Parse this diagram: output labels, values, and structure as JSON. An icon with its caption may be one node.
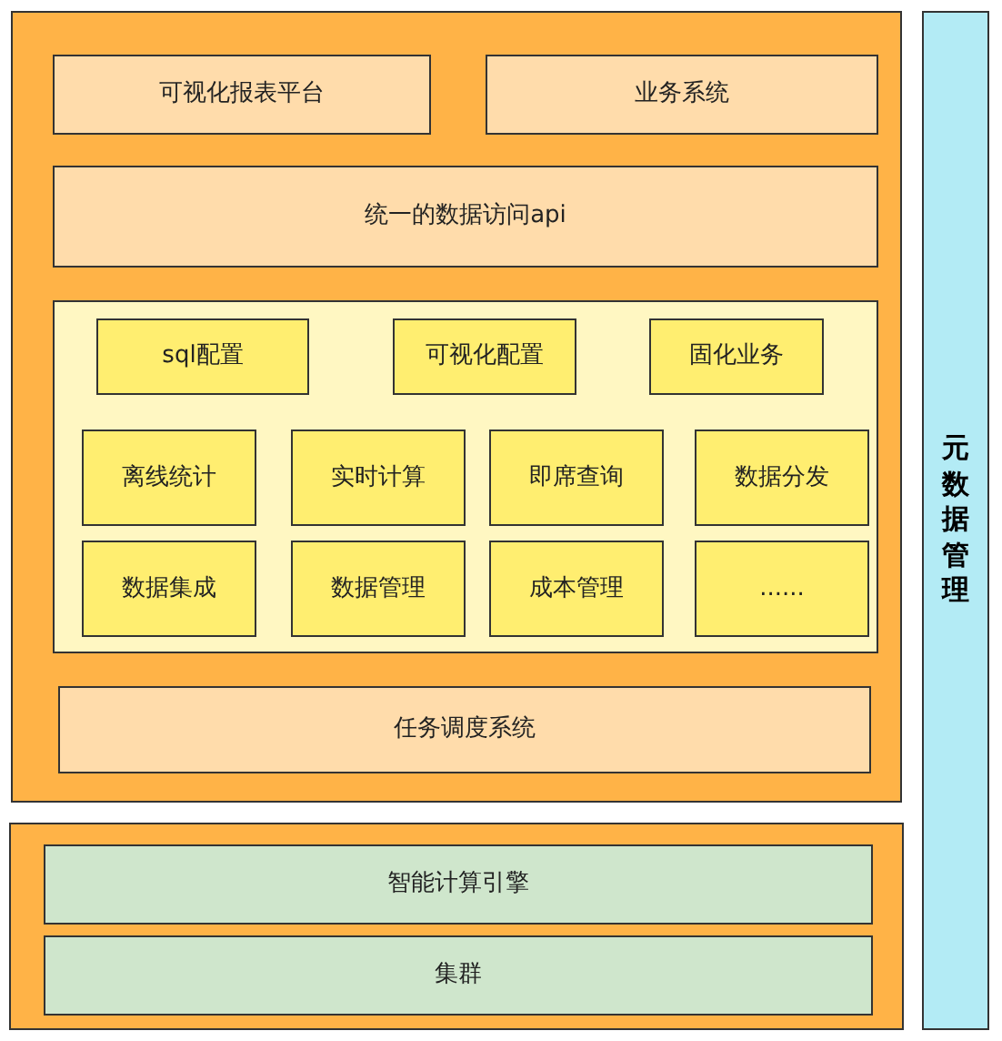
{
  "diagram": {
    "nodes": [
      {
        "text": [],
        "shape": "box"
      },
      {
        "text": [
          "可视化报表平台"
        ],
        "in": 0
      },
      {
        "text": [
          "业务系统"
        ],
        "in": 0
      },
      {
        "text": [
          "统一的数据访问api"
        ],
        "in": 0
      },
      {
        "text": [],
        "shape": "box",
        "in": 0
      },
      {
        "text": [
          "sql配置"
        ],
        "in": 4
      },
      {
        "text": [
          "可视化配置"
        ],
        "in": 4
      },
      {
        "text": [
          "固化业务"
        ],
        "in": 4
      },
      {
        "text": [
          "离线统计"
        ],
        "in": 4
      },
      {
        "text": [
          "实时计算"
        ],
        "in": 4
      },
      {
        "text": [
          "即席查询"
        ],
        "in": 4
      },
      {
        "text": [
          "数据分发"
        ],
        "in": 4
      },
      {
        "text": [
          "数据集成"
        ],
        "in": 4
      },
      {
        "text": [
          "数据管理"
        ],
        "in": 4
      },
      {
        "text": [
          "成本管理"
        ],
        "in": 4
      },
      {
        "text": [
          "......"
        ],
        "in": 4
      },
      {
        "text": [
          "任务调度系统"
        ],
        "in": 0
      },
      {
        "text": [],
        "shape": "box"
      },
      {
        "text": [
          "智能计算引擎"
        ],
        "in": 17
      },
      {
        "text": [
          "集群"
        ],
        "in": 17
      },
      {
        "text": [
          "元数据管理"
        ]
      }
    ]
  }
}
